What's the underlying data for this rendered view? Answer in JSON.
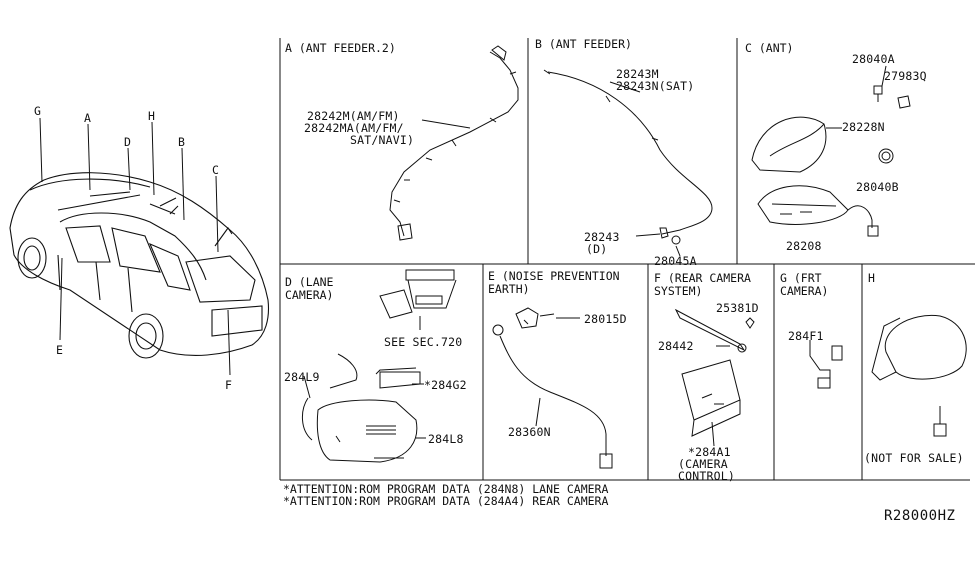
{
  "vehicle_callouts": {
    "g": "G",
    "a": "A",
    "d": "D",
    "h": "H",
    "b": "B",
    "c": "C",
    "e": "E",
    "f": "F"
  },
  "sections": {
    "a": {
      "title": "A (ANT FEEDER.2)",
      "parts": [
        "28242M(AM/FM)",
        "28242MA(AM/FM/",
        "SAT/NAVI)"
      ]
    },
    "b": {
      "title": "B (ANT FEEDER)",
      "parts": [
        "28243M",
        "28243N(SAT)",
        "28243",
        "(D)",
        "28045A"
      ]
    },
    "c": {
      "title": "C (ANT)",
      "parts": [
        "28040A",
        "27983Q",
        "28228N",
        "28040B",
        "28208"
      ]
    },
    "d": {
      "title": "D (LANE\nCAMERA)",
      "parts": [
        "SEE SEC.720",
        "284L9",
        "*284G2",
        "284L8"
      ]
    },
    "e": {
      "title": "E (NOISE PREVENTION\nEARTH)",
      "parts": [
        "28015D",
        "28360N"
      ]
    },
    "f": {
      "title": "F (REAR CAMERA\nSYSTEM)",
      "parts": [
        "25381D",
        "28442",
        "*284A1",
        "(CAMERA",
        "CONTROL)"
      ]
    },
    "g": {
      "title": "G (FRT\nCAMERA)",
      "parts": [
        "284F1"
      ]
    },
    "h": {
      "title": "H",
      "parts": [
        "(NOT FOR SALE)"
      ]
    }
  },
  "attention": [
    "*ATTENTION:ROM PROGRAM DATA (284N8) LANE CAMERA",
    "*ATTENTION:ROM PROGRAM DATA (284A4) REAR CAMERA"
  ],
  "diagram_code": "R28000HZ"
}
